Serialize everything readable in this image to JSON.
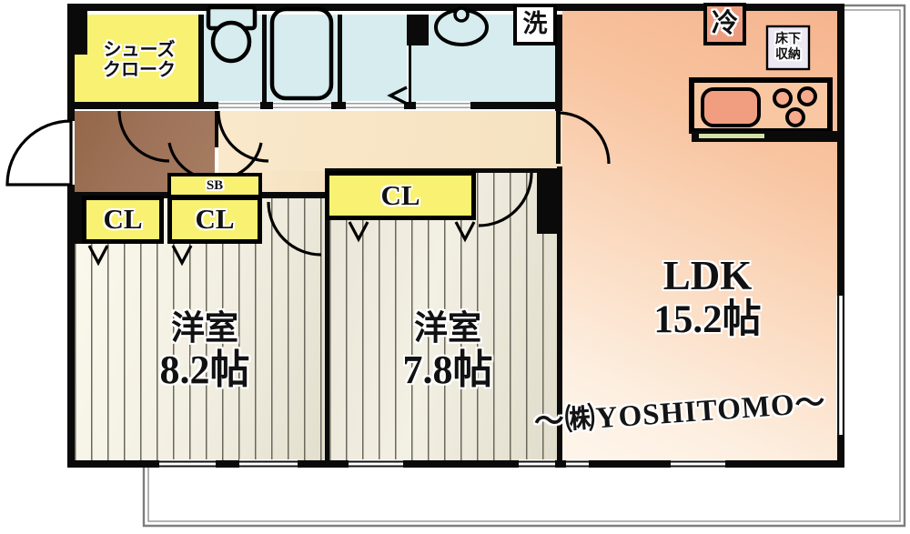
{
  "plan": {
    "shoe_closet_label": "シューズ\nクローク",
    "laundry_label": "洗",
    "fridge_label": "冷",
    "underfloor_storage_label": "床下\n収納",
    "shelf_box_label": "SB",
    "closet_labels": [
      "CL",
      "CL",
      "CL"
    ],
    "rooms": [
      {
        "name": "洋室",
        "size": "8.2帖"
      },
      {
        "name": "洋室",
        "size": "7.8帖"
      },
      {
        "name": "LDK",
        "size": "15.2帖"
      }
    ],
    "watermark": "～㈱YOSHITOMO～",
    "colors": {
      "closet_yellow": "#F8F172",
      "wet_area_blue": "#D6ECEE",
      "entrance_brown": "#9D7258",
      "hallway_cream": "#F8E6C6",
      "flooring_beige": "#F2EFE3",
      "ldk_salmon": "#F8C4A0",
      "kitchen_sink_salmon": "#F19E80",
      "drainboard_green": "#D2E2A4",
      "wall_black": "#0A0A0A",
      "balcony_line_gray": "#8A8A8A"
    }
  }
}
